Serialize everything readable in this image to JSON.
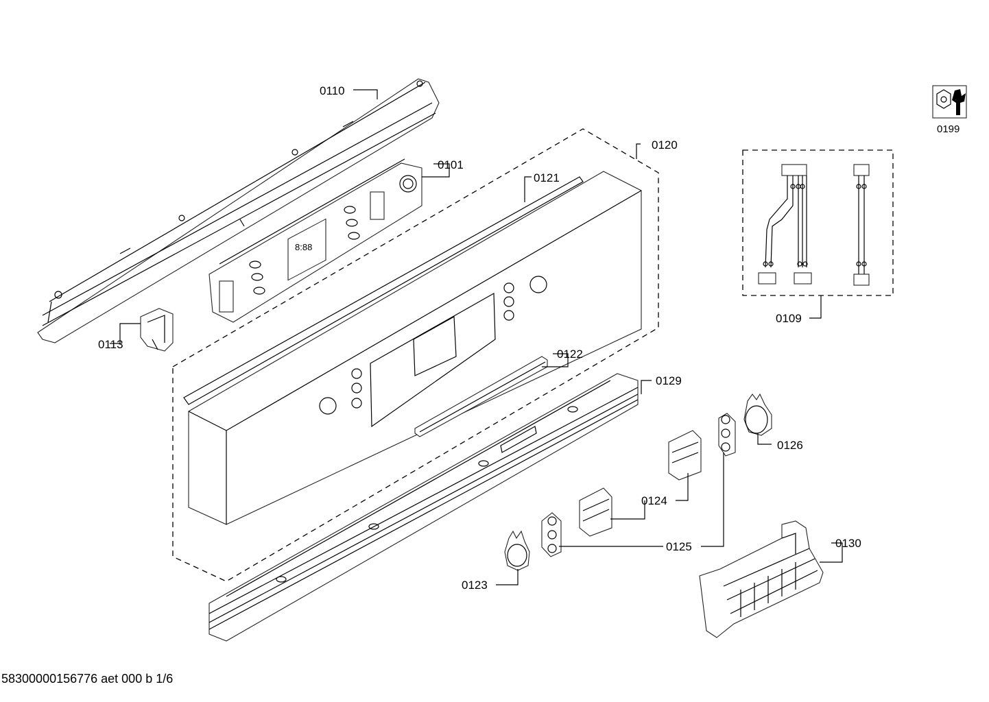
{
  "footer_text": "58300000156776 aet 000 b 1/6",
  "parts": [
    {
      "id": "p0110",
      "label": "0110"
    },
    {
      "id": "p0101",
      "label": "0101"
    },
    {
      "id": "p0121",
      "label": "0121"
    },
    {
      "id": "p0120",
      "label": "0120"
    },
    {
      "id": "p0113",
      "label": "0113"
    },
    {
      "id": "p0122",
      "label": "0122"
    },
    {
      "id": "p0129",
      "label": "0129"
    },
    {
      "id": "p0126",
      "label": "0126"
    },
    {
      "id": "p0124",
      "label": "0124"
    },
    {
      "id": "p0125",
      "label": "0125"
    },
    {
      "id": "p0130",
      "label": "0130"
    },
    {
      "id": "p0123",
      "label": "0123"
    },
    {
      "id": "p0109",
      "label": "0109"
    },
    {
      "id": "p0199",
      "label": "0199"
    }
  ],
  "icons": {
    "tool": "wrench-nut-icon"
  }
}
